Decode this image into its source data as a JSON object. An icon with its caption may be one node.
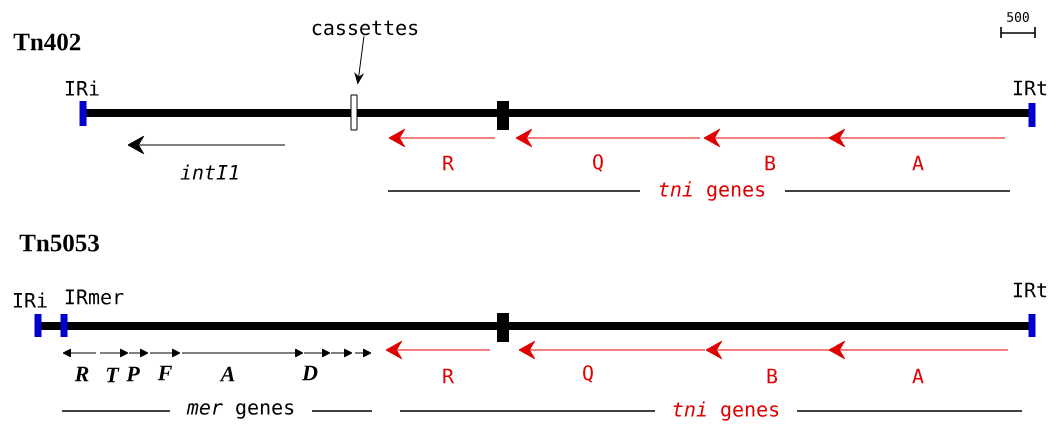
{
  "diagram": {
    "nodes": [
      {
        "text": [
          "cassettes"
        ]
      },
      {
        "text": [],
        "shape": "box"
      }
    ],
    "edges": [
      {
        "from": 0,
        "to": 1,
        "arrow": "to"
      }
    ],
    "labels": [
      "500",
      "Tn402",
      "IRi",
      "IRt",
      "intI1",
      "R",
      "Q",
      "B",
      "A",
      "*tni* genes",
      "Tn5053",
      "IRi",
      "IRmer",
      "IRt",
      "R",
      "T",
      "P",
      "F",
      "A",
      "D",
      "R",
      "Q",
      "B",
      "A",
      "*mer* genes",
      "*tni* genes"
    ]
  }
}
